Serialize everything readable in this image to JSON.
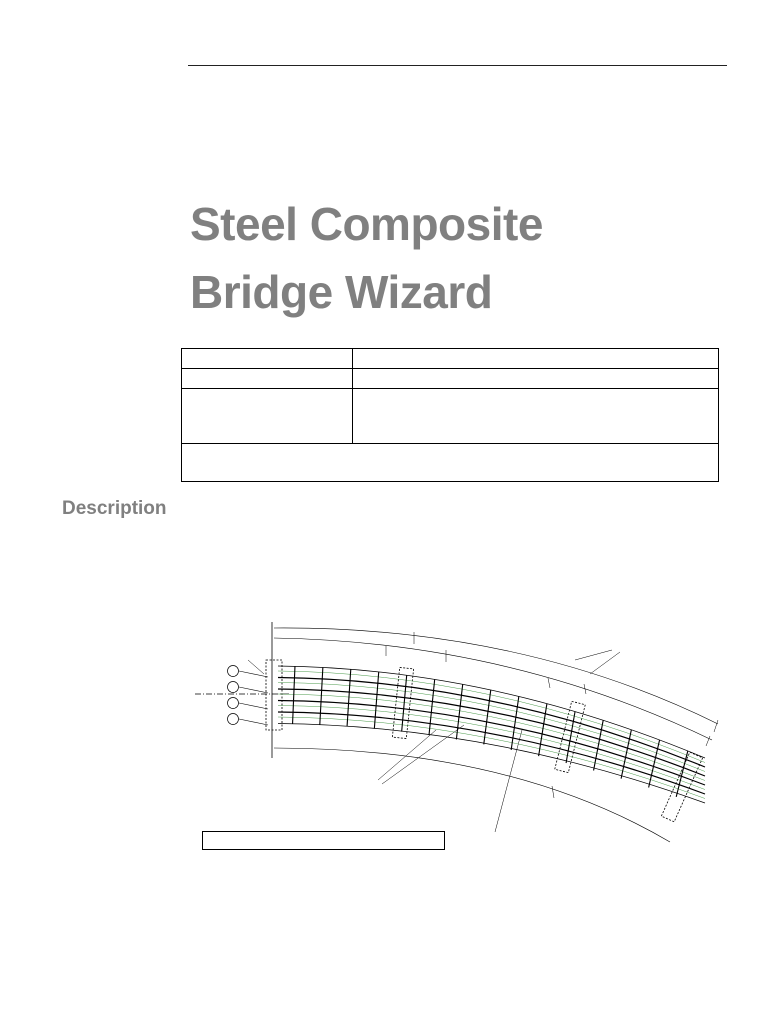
{
  "document": {
    "title_lines": [
      "Steel Composite",
      "Bridge Wizard"
    ],
    "section_heading": "Description"
  },
  "figure": {
    "circle_count": 4,
    "girder_count": 6,
    "crossframe_count": 15
  }
}
